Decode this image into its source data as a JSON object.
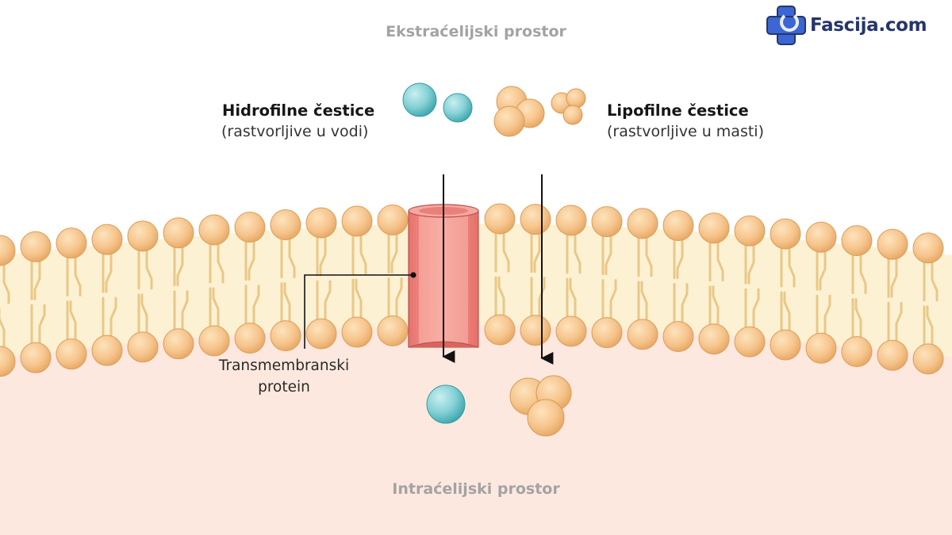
{
  "logo": {
    "text": "Fascija.com",
    "icon": "medical-cross-icon",
    "icon_color": "#3b66d4",
    "text_color": "#26356a"
  },
  "regions": {
    "extracellular": "Ekstraćelijski prostor",
    "intracellular": "Intraćelijski prostor"
  },
  "particles": {
    "hydrophilic": {
      "title": "Hidrofilne čestice",
      "subtitle": "(rastvorljive u vodi)",
      "color": "#7ecfd3"
    },
    "lipophilic": {
      "title": "Lipofilne čestice",
      "subtitle": "(rastvorljive u masti)",
      "color": "#f4c189"
    }
  },
  "protein": {
    "label": "Transmembranski protein",
    "color": "#ee8a83"
  },
  "colors": {
    "extracellular_bg": "#ffffff",
    "intracellular_bg": "#fde8df",
    "membrane_core": "#fdf1d4",
    "phospholipid_head": "#f6c78f",
    "arrow": "#111111"
  }
}
